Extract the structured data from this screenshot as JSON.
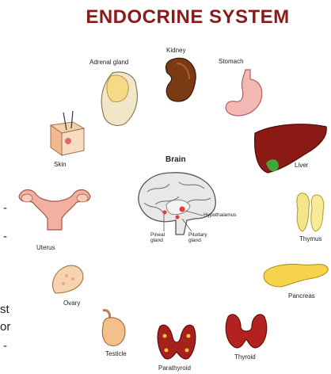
{
  "title": "ENDOCRINE SYSTEM",
  "colors": {
    "title": "#8b1a1a"
  },
  "labels": {
    "adrenal": "Adrenal gland",
    "kidney": "Kidney",
    "stomach": "Stomach",
    "skin": "Skin",
    "liver": "Liver",
    "brain": "Brain",
    "hypothalamus": "Hypothalamus",
    "uterus": "Uterus",
    "thymus": "Thymus",
    "pineal": "Pineal gland",
    "pituitary": "Pituitary gland",
    "ovary": "Ovary",
    "pancreas": "Pancreas",
    "testicle": "Testicle",
    "parathyroid": "Parathyroid",
    "thyroid": "Thyroid"
  },
  "cropped_text": [
    "-",
    "-",
    "st",
    "or",
    "-"
  ]
}
